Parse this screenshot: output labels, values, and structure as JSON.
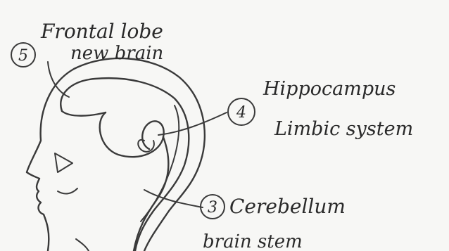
{
  "labels": [
    {
      "number": "5",
      "lines": [
        "Frontal lobe",
        "new brain"
      ]
    },
    {
      "number": "4",
      "lines": [
        "Hippocampus",
        "Limbic system"
      ]
    },
    {
      "number": "3",
      "lines": [
        "Cerebellum",
        "brain stem"
      ]
    }
  ],
  "colors": {
    "ink": "#3a3a3a",
    "paper": "#f7f7f5"
  }
}
